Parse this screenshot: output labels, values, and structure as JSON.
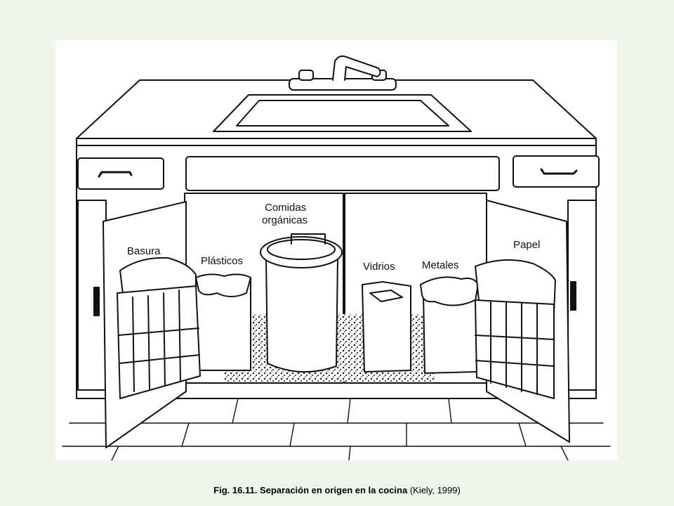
{
  "figure": {
    "labels": {
      "basura": "Basura",
      "plasticos": "Plásticos",
      "comidas_line1": "Comidas",
      "comidas_line2": "orgánicas",
      "vidrios": "Vidrios",
      "metales": "Metales",
      "papel": "Papel"
    }
  },
  "caption": {
    "figure_number": "Fig. 16.11.",
    "title": "Separación en origen en la cocina",
    "citation": "(Kiely, 1999)"
  },
  "colors": {
    "page_background": "#eef5ea",
    "figure_background": "#ffffff",
    "ink": "#111111"
  }
}
